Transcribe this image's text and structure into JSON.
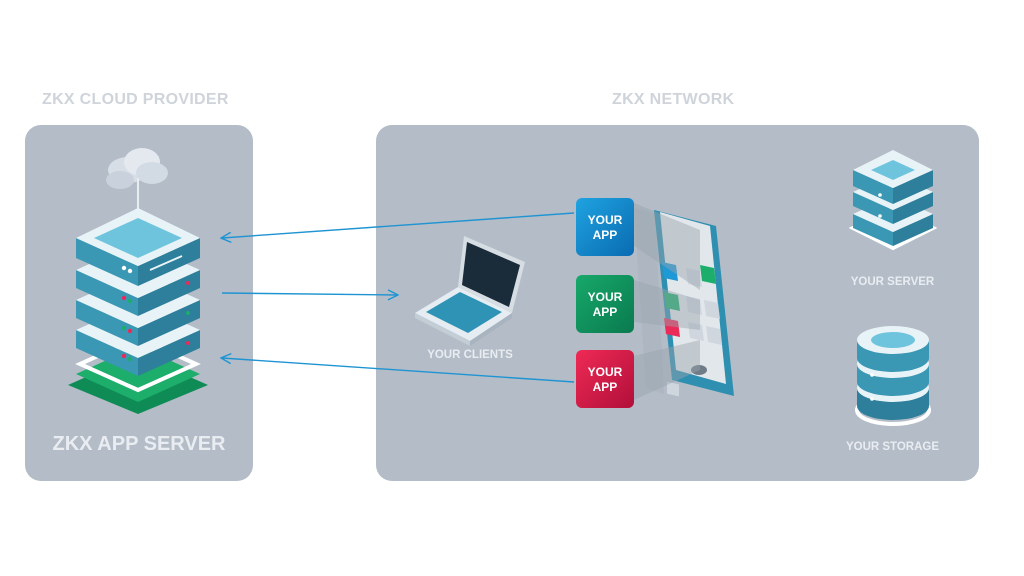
{
  "sections": {
    "provider_title": "ZKX CLOUD PROVIDER",
    "network_title": "ZKX NETWORK"
  },
  "labels": {
    "app_server": "ZKX APP SERVER",
    "clients": "YOUR CLIENTS",
    "server": "YOUR SERVER",
    "storage": "YOUR STORAGE"
  },
  "apps": [
    {
      "line1": "YOUR",
      "line2": "APP",
      "color": "#1590d6"
    },
    {
      "line1": "YOUR",
      "line2": "APP",
      "color": "#129460"
    },
    {
      "line1": "YOUR",
      "line2": "APP",
      "color": "#d91c4b"
    }
  ],
  "colors": {
    "panel": "#b3bcc7",
    "arrow": "#1f94d2",
    "section_title": "#cfd4db",
    "server_teal": "#3d9fbc"
  },
  "icons": [
    "cloud-icon",
    "server-stack-icon",
    "laptop-icon",
    "phone-icon",
    "database-icon"
  ]
}
